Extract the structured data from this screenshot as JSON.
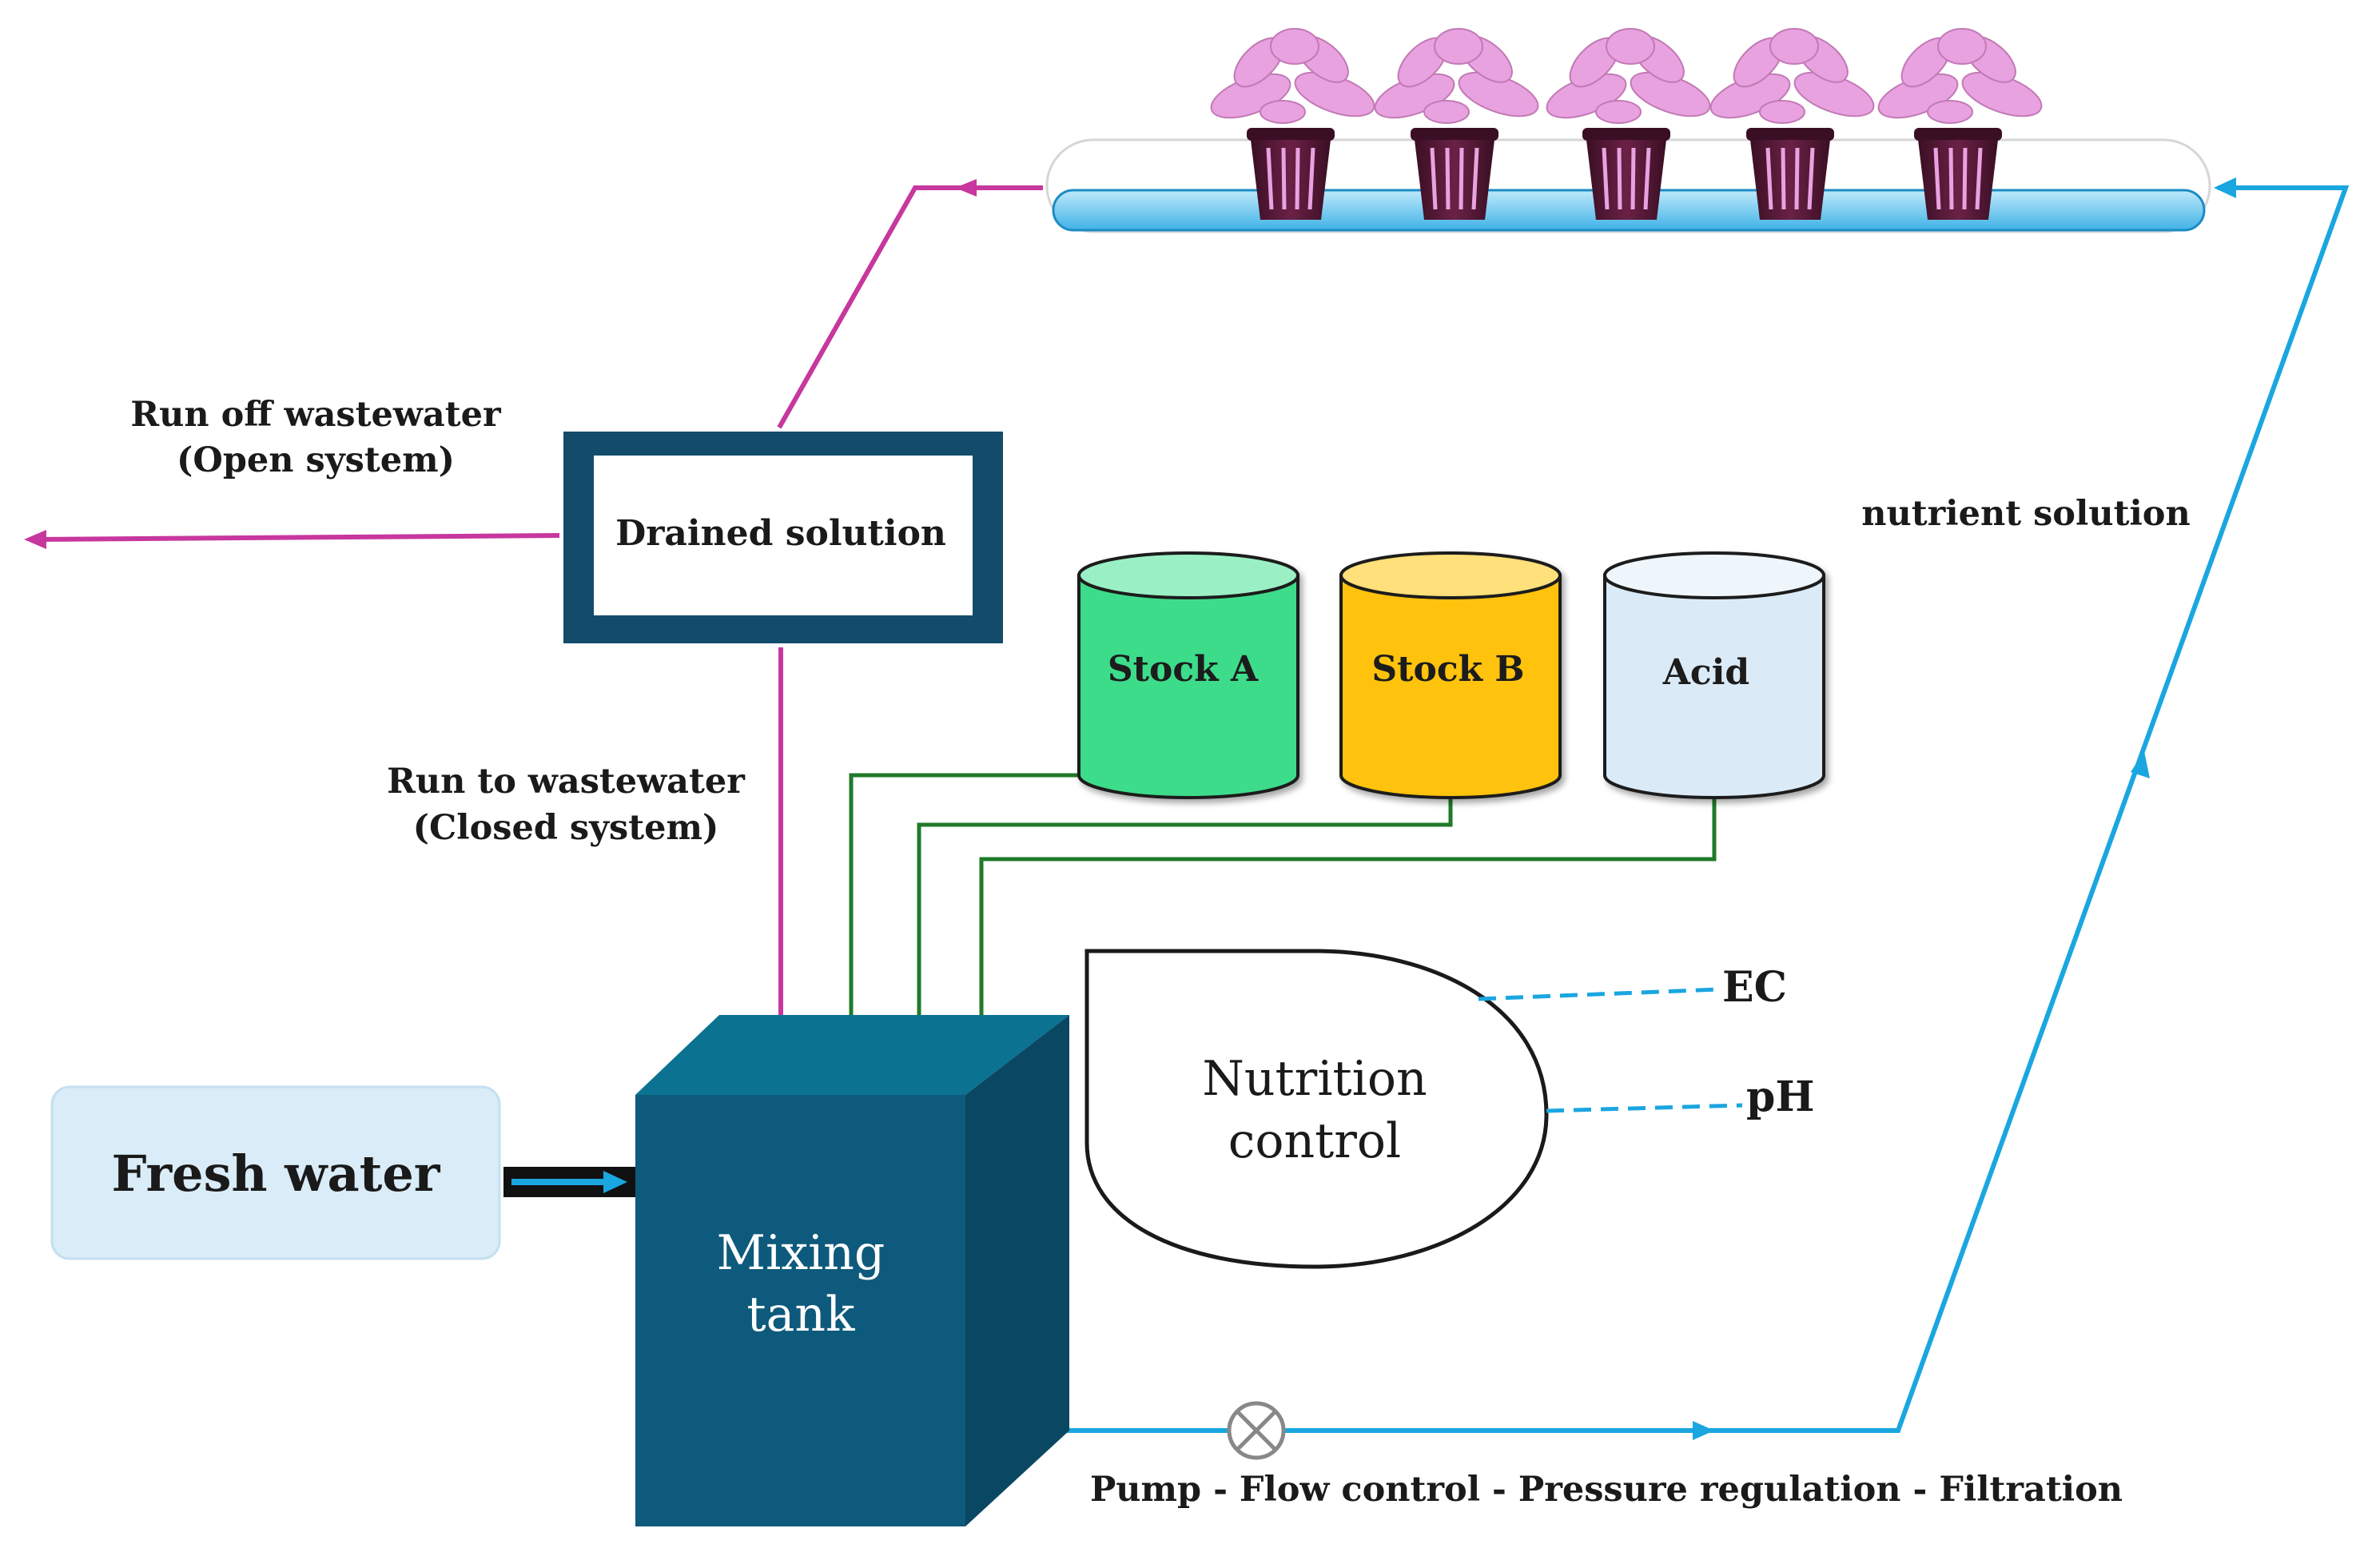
{
  "colors": {
    "drain_line": "#c7379e",
    "stock_line": "#1f7a2a",
    "nutrient_line": "#1aa6e0",
    "tank_front": "#0e5a7c",
    "tank_top": "#0b7391",
    "tank_side": "#0a4763",
    "drained_box_border": "#134c6b",
    "fresh_water_box": "#d9ecf8",
    "stock_a": "#3ddc8a",
    "stock_b": "#ffc20e",
    "acid": "#dbeaf7",
    "channel": "#7fd0f2",
    "plant": "#e9a2e0",
    "pot": "#4a1630"
  },
  "labels": {
    "runoff_line1": "Run off wastewater",
    "runoff_line2": "(Open system)",
    "drained_solution": "Drained solution",
    "run_to_line1": "Run to wastewater",
    "run_to_line2": "(Closed system)",
    "stock_a": "Stock A",
    "stock_b": "Stock B",
    "acid": "Acid",
    "nutrient_solution": "nutrient solution",
    "nutrition_line1": "Nutrition",
    "nutrition_line2": "control",
    "ec": "EC",
    "ph": "pH",
    "fresh_water": "Fresh water",
    "mixing_line1": "Mixing",
    "mixing_line2": "tank",
    "pump_caption": "Pump - Flow control - Pressure regulation - Filtration"
  },
  "icons": {
    "pump": "valve-x-icon",
    "plant": "seedling-icon",
    "pot": "net-pot-icon"
  }
}
